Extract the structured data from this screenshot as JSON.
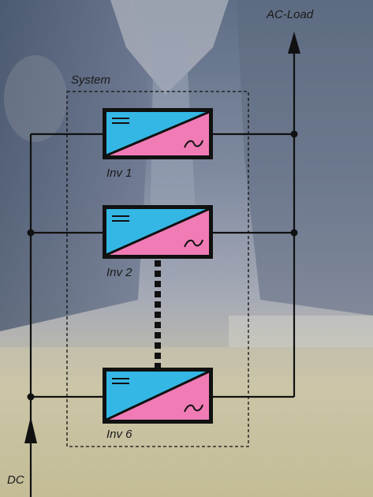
{
  "labels": {
    "system": "System",
    "ac_load": "AC-Load",
    "dc": "DC"
  },
  "inverters": [
    {
      "name": "Inv 1"
    },
    {
      "name": "Inv 2"
    },
    {
      "name": "Inv 6"
    }
  ],
  "colors": {
    "dc_triangle": "#35b7e5",
    "ac_triangle": "#f07bb5",
    "box_border": "#111111",
    "wire": "#111111"
  },
  "icons": [
    "dc-symbol-icon",
    "ac-sine-symbol-icon",
    "arrow-up-icon"
  ]
}
